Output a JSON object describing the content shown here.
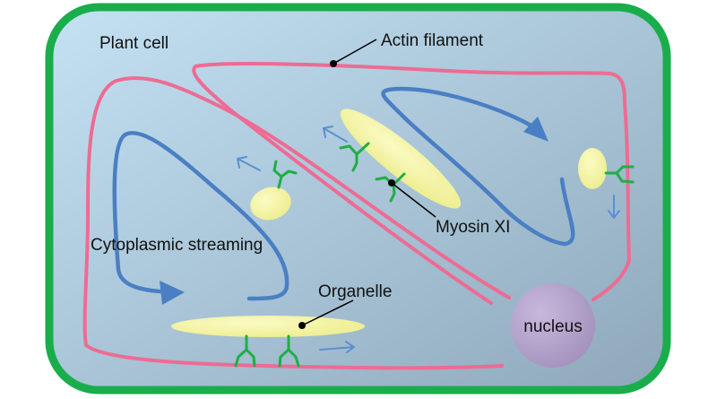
{
  "labels": {
    "plant_cell": "Plant cell",
    "actin_filament": "Actin filament",
    "myosin": "Myosin XI",
    "cytoplasmic_streaming": "Cytoplasmic streaming",
    "organelle": "Organelle",
    "nucleus": "nucleus"
  },
  "colors": {
    "cell_wall": "#1aad4b",
    "cytoplasm_light": "#c4e2f4",
    "cytoplasm_dark": "#8ea8ba",
    "actin": "#ee6b93",
    "streaming": "#4a7fc4",
    "organelle": "#ecec8c",
    "myosin": "#1fae45",
    "nucleus": "#a290bb",
    "small_arrow": "#5b8fd2"
  },
  "icons": {
    "streaming_arrow": "arrowhead-icon",
    "motion_arrow": "arrow-icon"
  }
}
